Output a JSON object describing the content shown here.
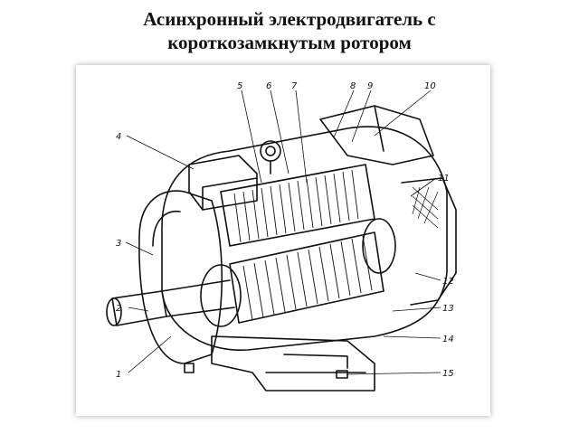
{
  "title": {
    "line1": "Асинхронный электродвигатель с",
    "line2": "короткозамкнутым ротором"
  },
  "callouts": [
    "1",
    "2",
    "3",
    "4",
    "5",
    "6",
    "7",
    "8",
    "9",
    "10",
    "11",
    "12",
    "13",
    "14",
    "15"
  ]
}
